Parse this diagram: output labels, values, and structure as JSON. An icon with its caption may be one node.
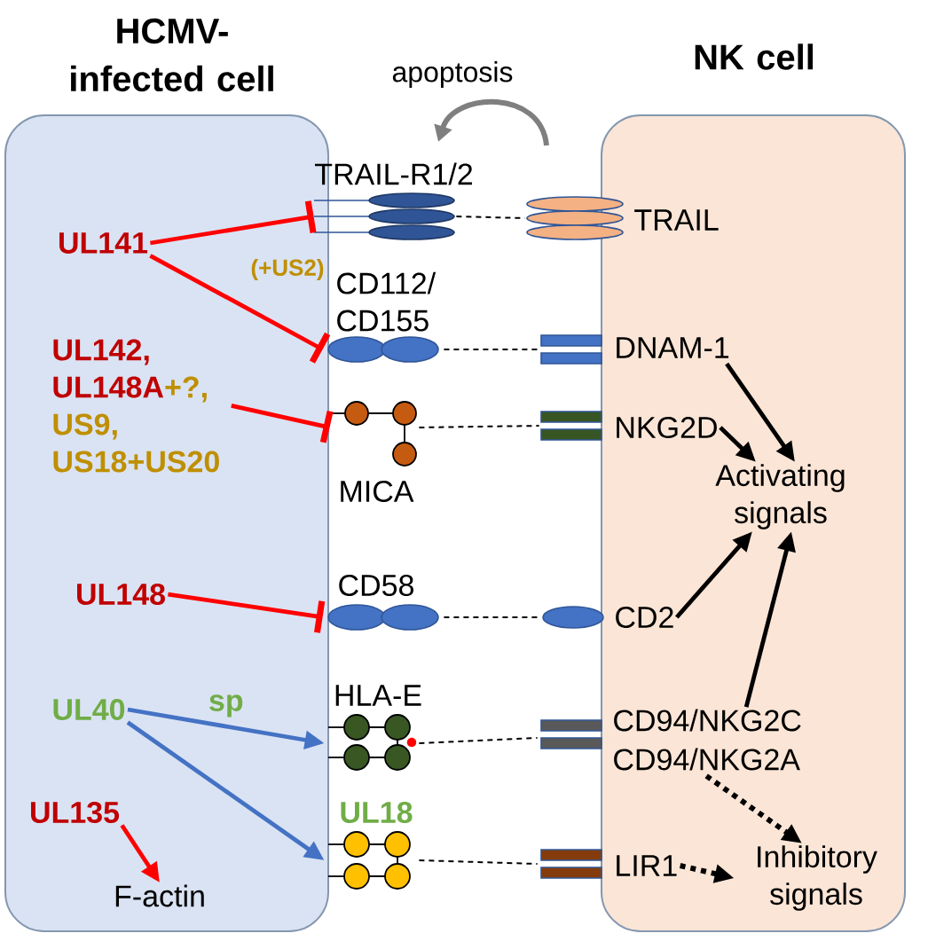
{
  "diagram": {
    "nodes": [
      {
        "text": [
          "HCMV-infected cell"
        ]
      },
      {
        "text": [
          "NK cell"
        ]
      },
      {
        "text": [
          "UL141"
        ],
        "in": 0
      },
      {
        "text": [
          "UL142, UL148A",
          "+?,",
          "US9, US18+US20"
        ],
        "in": 0
      },
      {
        "text": [
          "UL148"
        ],
        "in": 0
      },
      {
        "text": [
          "UL40"
        ],
        "in": 0
      },
      {
        "text": [
          "UL135"
        ],
        "in": 0
      },
      {
        "text": [
          "F-actin"
        ],
        "in": 0
      },
      {
        "text": [
          "TRAIL-R1/2"
        ]
      },
      {
        "text": [
          "CD112/ CD155"
        ]
      },
      {
        "text": [
          "MICA"
        ]
      },
      {
        "text": [
          "CD58"
        ]
      },
      {
        "text": [
          "HLA-E"
        ]
      },
      {
        "text": [
          "UL18"
        ]
      },
      {
        "text": [
          "TRAIL"
        ]
      },
      {
        "text": [
          "DNAM-1"
        ]
      },
      {
        "text": [
          "NKG2D"
        ]
      },
      {
        "text": [
          "CD2"
        ]
      },
      {
        "text": [
          "CD94/NKG2C",
          "CD94/NKG2A"
        ]
      },
      {
        "text": [
          "LIR1"
        ]
      },
      {
        "text": [
          "Activating signals"
        ],
        "in": 1
      },
      {
        "text": [
          "Inhibitory signals"
        ],
        "in": 1
      }
    ],
    "edges": [
      {
        "from": 2,
        "to": 8,
        "arrow": "other",
        "color": "#ff0000"
      },
      {
        "from": 2,
        "to": 9,
        "arrow": "other",
        "color": "#ff0000"
      },
      {
        "from": 3,
        "to": 10,
        "arrow": "other",
        "color": "#ff0000"
      },
      {
        "from": 4,
        "to": 11,
        "arrow": "other",
        "color": "#ff0000"
      },
      {
        "from": 5,
        "to": 12,
        "arrow": "to",
        "label": "sp",
        "color": "#4472c4"
      },
      {
        "from": 5,
        "to": 13,
        "arrow": "to",
        "color": "#4472c4"
      },
      {
        "from": 6,
        "to": 7,
        "arrow": "to",
        "color": "#ff0000"
      },
      {
        "from": 8,
        "to": 14,
        "arrow": "none",
        "style": "dashed"
      },
      {
        "from": 9,
        "to": 15,
        "arrow": "none",
        "style": "dashed"
      },
      {
        "from": 10,
        "to": 16,
        "arrow": "none",
        "style": "dashed"
      },
      {
        "from": 11,
        "to": 17,
        "arrow": "none",
        "style": "dashed"
      },
      {
        "from": 12,
        "to": 18,
        "arrow": "none",
        "style": "dashed"
      },
      {
        "from": 13,
        "to": 19,
        "arrow": "none",
        "style": "dashed"
      },
      {
        "from": 15,
        "to": 20,
        "arrow": "to"
      },
      {
        "from": 16,
        "to": 20,
        "arrow": "to"
      },
      {
        "from": 17,
        "to": 20,
        "arrow": "to"
      },
      {
        "from": 18,
        "to": 20,
        "arrow": "to"
      },
      {
        "from": 18,
        "to": 21,
        "arrow": "to",
        "style": "dashed"
      },
      {
        "from": 19,
        "to": 21,
        "arrow": "to",
        "style": "dashed"
      }
    ],
    "labels": [
      "apoptosis",
      "(+US2)"
    ]
  }
}
